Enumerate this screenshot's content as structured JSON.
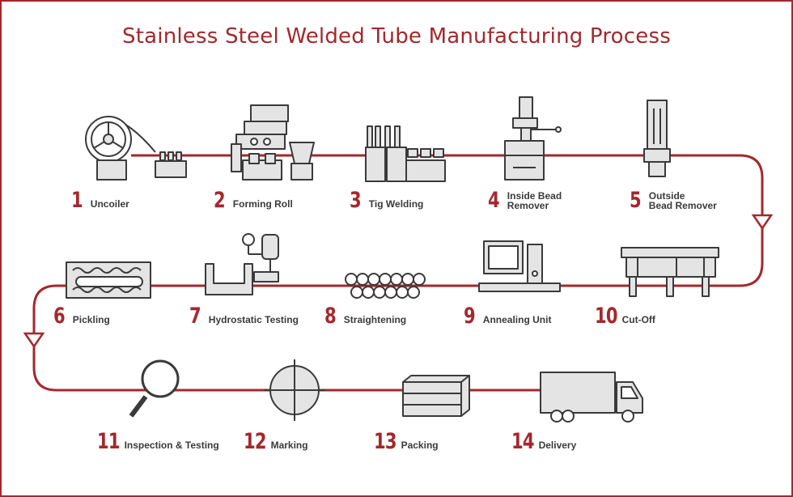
{
  "title": "Stainless Steel Welded Tube Manufacturing Process",
  "colors": {
    "accent": "#a3282d",
    "machine_line": "#3a3a3a",
    "machine_fill": "#e4e4e4"
  },
  "steps": [
    {
      "number": "1",
      "label": "Uncoiler",
      "icon": "uncoiler-icon"
    },
    {
      "number": "2",
      "label": "Forming Roll",
      "icon": "forming-roll-icon"
    },
    {
      "number": "3",
      "label": "Tig Welding",
      "icon": "tig-welding-icon"
    },
    {
      "number": "4",
      "label": "Inside Bead\nRemover",
      "icon": "inside-bead-remover-icon"
    },
    {
      "number": "5",
      "label": "Outside\nBead Remover",
      "icon": "outside-bead-remover-icon"
    },
    {
      "number": "6",
      "label": "Pickling",
      "icon": "pickling-tank-icon"
    },
    {
      "number": "7",
      "label": "Hydrostatic Testing",
      "icon": "hydrostatic-tester-icon"
    },
    {
      "number": "8",
      "label": "Straightening",
      "icon": "straightening-rolls-icon"
    },
    {
      "number": "9",
      "label": "Annealing Unit",
      "icon": "annealing-computer-icon"
    },
    {
      "number": "10",
      "label": "Cut-Off",
      "icon": "cut-off-saw-icon"
    },
    {
      "number": "11",
      "label": "Inspection & Testing",
      "icon": "magnifier-icon"
    },
    {
      "number": "12",
      "label": "Marking",
      "icon": "marking-crosshair-icon"
    },
    {
      "number": "13",
      "label": "Packing",
      "icon": "packing-boxes-icon"
    },
    {
      "number": "14",
      "label": "Delivery",
      "icon": "delivery-truck-icon"
    }
  ]
}
